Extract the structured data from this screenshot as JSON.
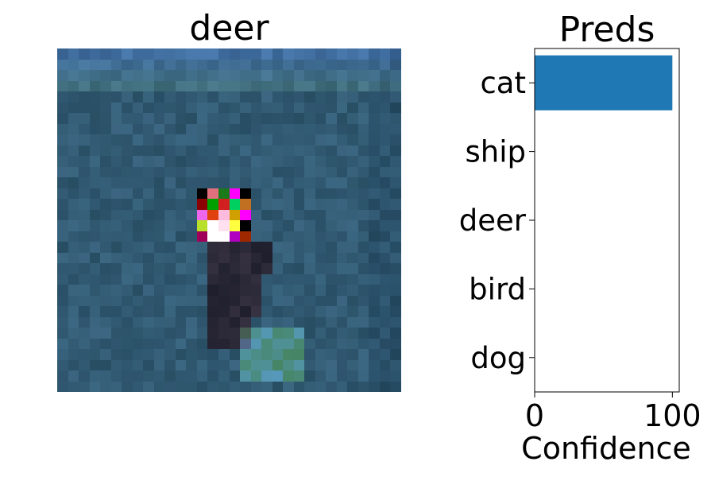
{
  "image_panel": {
    "title": "deer",
    "patch_colors": [
      [
        "#000000",
        "#e0707e",
        "#1a7a1a",
        "#ff00ff",
        "#000000"
      ],
      [
        "#8b0000",
        "#00a000",
        "#d21f1f",
        "#00d060",
        "#c07020"
      ],
      [
        "#ee66ee",
        "#e04010",
        "#ffbbdd",
        "#d0a000",
        "#ff00ff"
      ],
      [
        "#b8e02a",
        "#ffffff",
        "#ffe0f0",
        "#ffff40",
        "#000000"
      ],
      [
        "#a0005a",
        "#ffffff",
        "#ffffff",
        "#b000c0",
        "#a02800"
      ]
    ]
  },
  "chart_data": {
    "type": "bar",
    "orientation": "horizontal",
    "title": "Preds",
    "categories": [
      "cat",
      "ship",
      "deer",
      "bird",
      "dog"
    ],
    "values": [
      100,
      0,
      0,
      0,
      0
    ],
    "xlabel": "Confidence",
    "ylabel": "",
    "xlim": [
      0,
      105
    ],
    "xticks": [
      0,
      100
    ],
    "bar_color": "#1f77b4",
    "grid": false
  }
}
